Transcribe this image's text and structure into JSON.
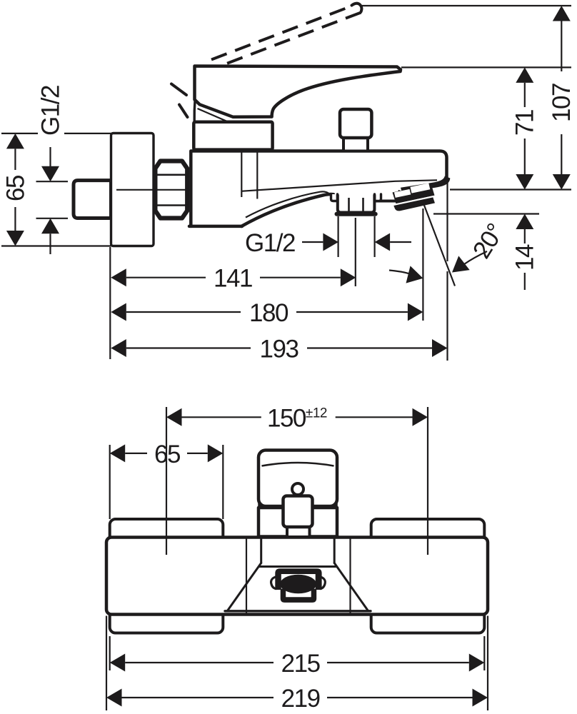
{
  "document": {
    "type": "technical-dimension-drawing",
    "subject": "wall-mounted single-lever bath mixer, side view and front view"
  },
  "colors": {
    "ink": "#1d1b1c",
    "background": "#ffffff"
  },
  "views": {
    "side": {
      "name": "side-view",
      "dimensions": {
        "wall_thread": {
          "label": "G1/2"
        },
        "escutcheon_diameter": {
          "label": "65"
        },
        "hose_thread": {
          "label": "G1/2"
        },
        "hose_outlet_reach": {
          "label": "141"
        },
        "spout_outlet_reach": {
          "label": "180"
        },
        "total_depth": {
          "label": "193"
        },
        "handle_height": {
          "label": "71"
        },
        "handle_open_height": {
          "label": "107"
        },
        "outlet_drop": {
          "label": "14"
        },
        "outlet_angle": {
          "label": "20°"
        }
      }
    },
    "front": {
      "name": "front-view",
      "dimensions": {
        "connection_distance": {
          "label": "150",
          "tolerance": "±12"
        },
        "escutcheon_diameter": {
          "label": "65"
        },
        "escutcheon_outer_span": {
          "label": "215"
        },
        "total_width": {
          "label": "219"
        }
      }
    }
  }
}
